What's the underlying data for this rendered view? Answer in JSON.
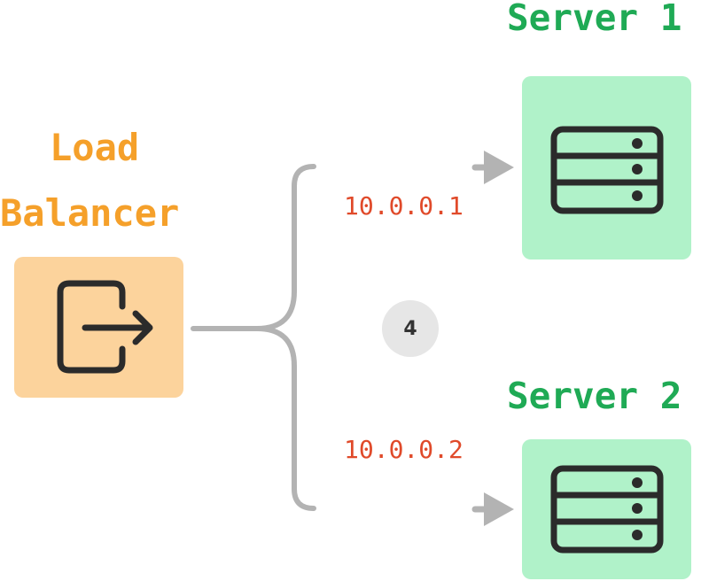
{
  "load_balancer": {
    "title_line1": "Load",
    "title_line2": "Balancer",
    "icon": "logout-arrow-icon"
  },
  "servers": [
    {
      "title": "Server 1",
      "ip": "10.0.0.1",
      "icon": "server-rack-icon"
    },
    {
      "title": "Server 2",
      "ip": "10.0.0.2",
      "icon": "server-rack-icon"
    }
  ],
  "badge": {
    "label": "4"
  },
  "colors": {
    "load_balancer_title": "#f5a02a",
    "load_balancer_box": "#fcd39c",
    "server_title": "#1faa55",
    "server_box": "#b0f2c9",
    "ip_label": "#e04a2a",
    "connector": "#b3b3b3",
    "icon_stroke": "#2b2b2b",
    "badge_bg": "#e6e6e6"
  }
}
